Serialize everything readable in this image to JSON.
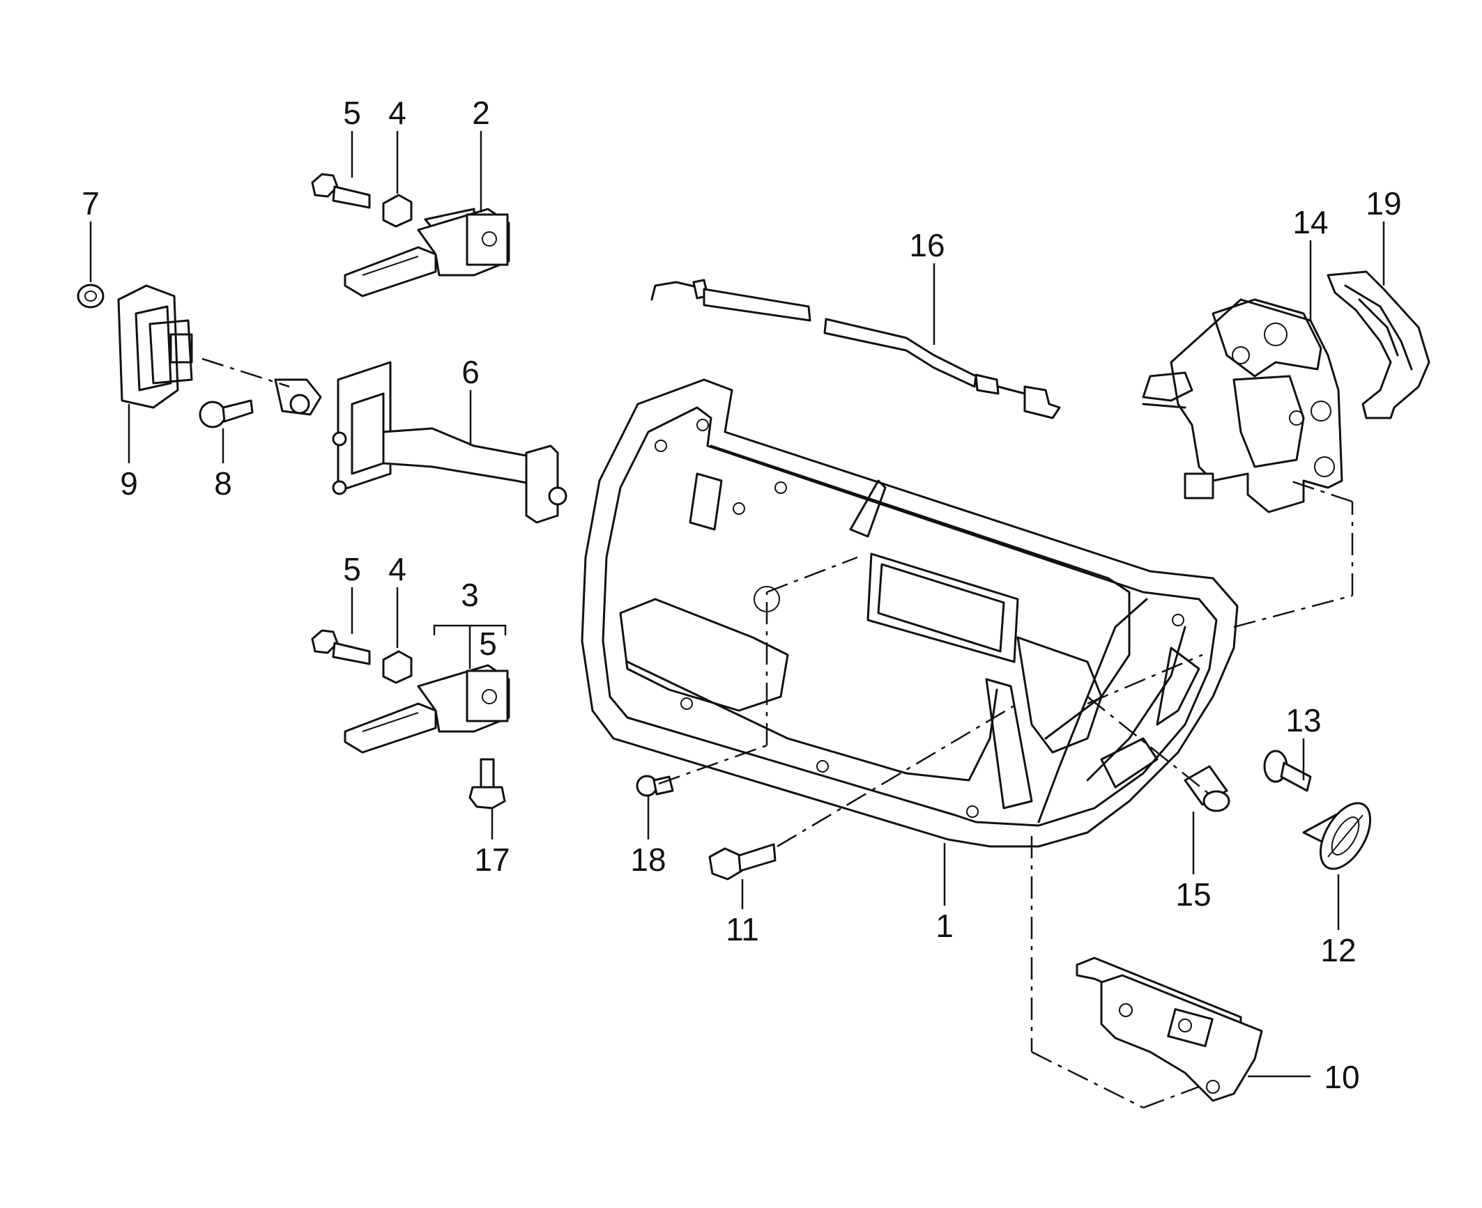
{
  "callouts": [
    "1",
    "2",
    "3",
    "4",
    "4",
    "5",
    "5",
    "5",
    "6",
    "7",
    "8",
    "9",
    "10",
    "11",
    "12",
    "13",
    "14",
    "15",
    "16",
    "17",
    "18",
    "19"
  ],
  "colors": {
    "line": "#111111",
    "background": "#ffffff"
  }
}
